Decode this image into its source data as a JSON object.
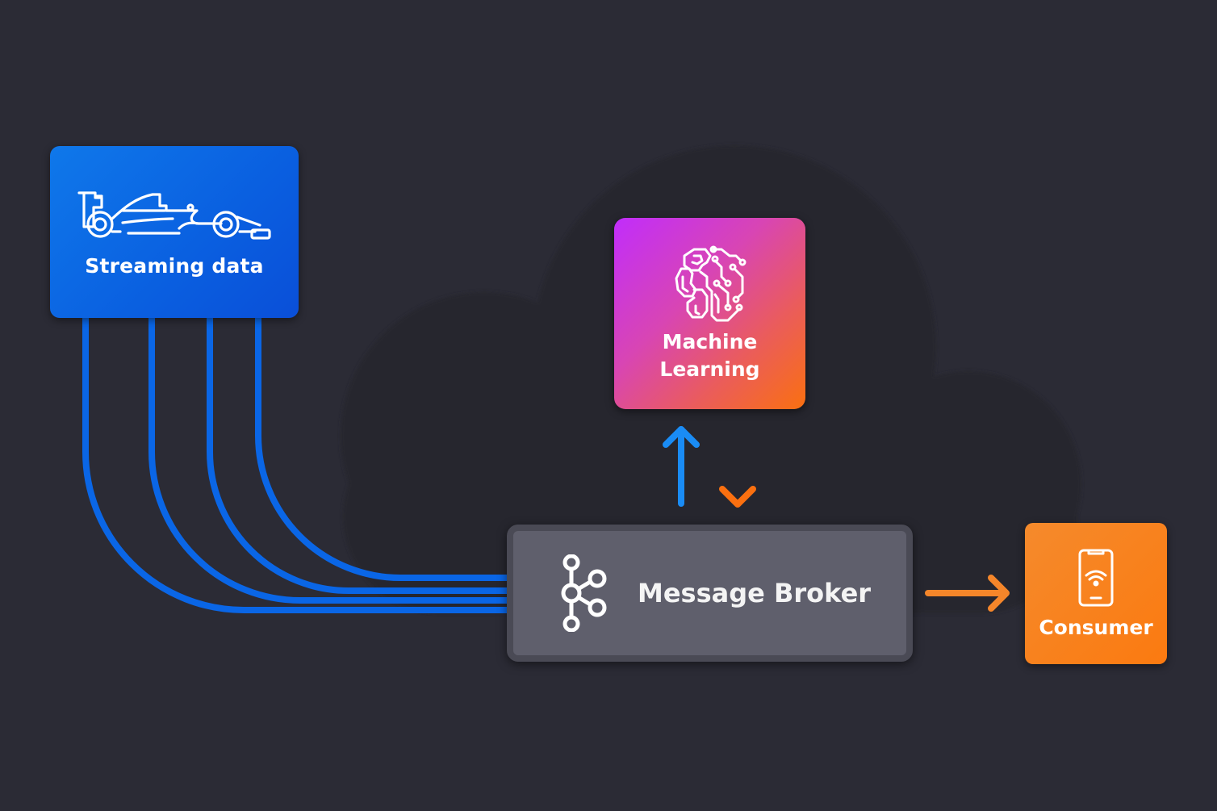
{
  "diagram": {
    "title": "Streaming data architecture",
    "nodes": {
      "streaming": {
        "label": "Streaming data",
        "icon": "race-car-icon",
        "color": "#0a64e4"
      },
      "machine_learning": {
        "label_line1": "Machine",
        "label_line2": "Learning",
        "icon": "brain-circuit-icon",
        "gradient": [
          "#c12dfb",
          "#fa7010"
        ]
      },
      "message_broker": {
        "label": "Message Broker",
        "icon": "kafka-icon",
        "color": "#5f5f6c"
      },
      "consumer": {
        "label": "Consumer",
        "icon": "smartphone-wifi-icon",
        "color": "#fb7a10"
      }
    },
    "edges": [
      {
        "from": "streaming",
        "to": "message_broker",
        "count": 4,
        "color": "#0a66e6"
      },
      {
        "from": "message_broker",
        "to": "machine_learning",
        "color": "#1a8cf5"
      },
      {
        "from": "machine_learning",
        "to": "message_broker",
        "gradient": [
          "#c658f0",
          "#fa7010"
        ]
      },
      {
        "from": "message_broker",
        "to": "consumer",
        "color": "#f5862a"
      }
    ],
    "background": "#2b2b35",
    "cloud_color": "#25252d"
  }
}
